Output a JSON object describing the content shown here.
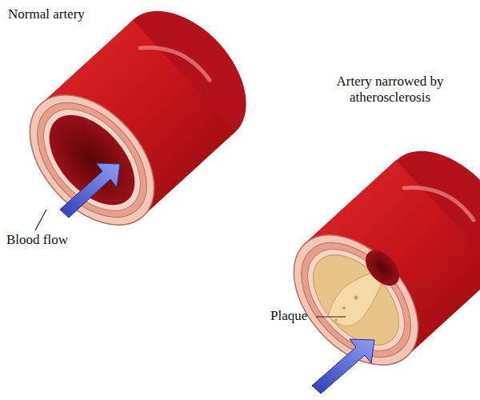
{
  "diagram": {
    "labels": [
      "Normal artery",
      "Blood flow",
      "Artery narrowed by atherosclerosis",
      "Plaque"
    ]
  }
}
